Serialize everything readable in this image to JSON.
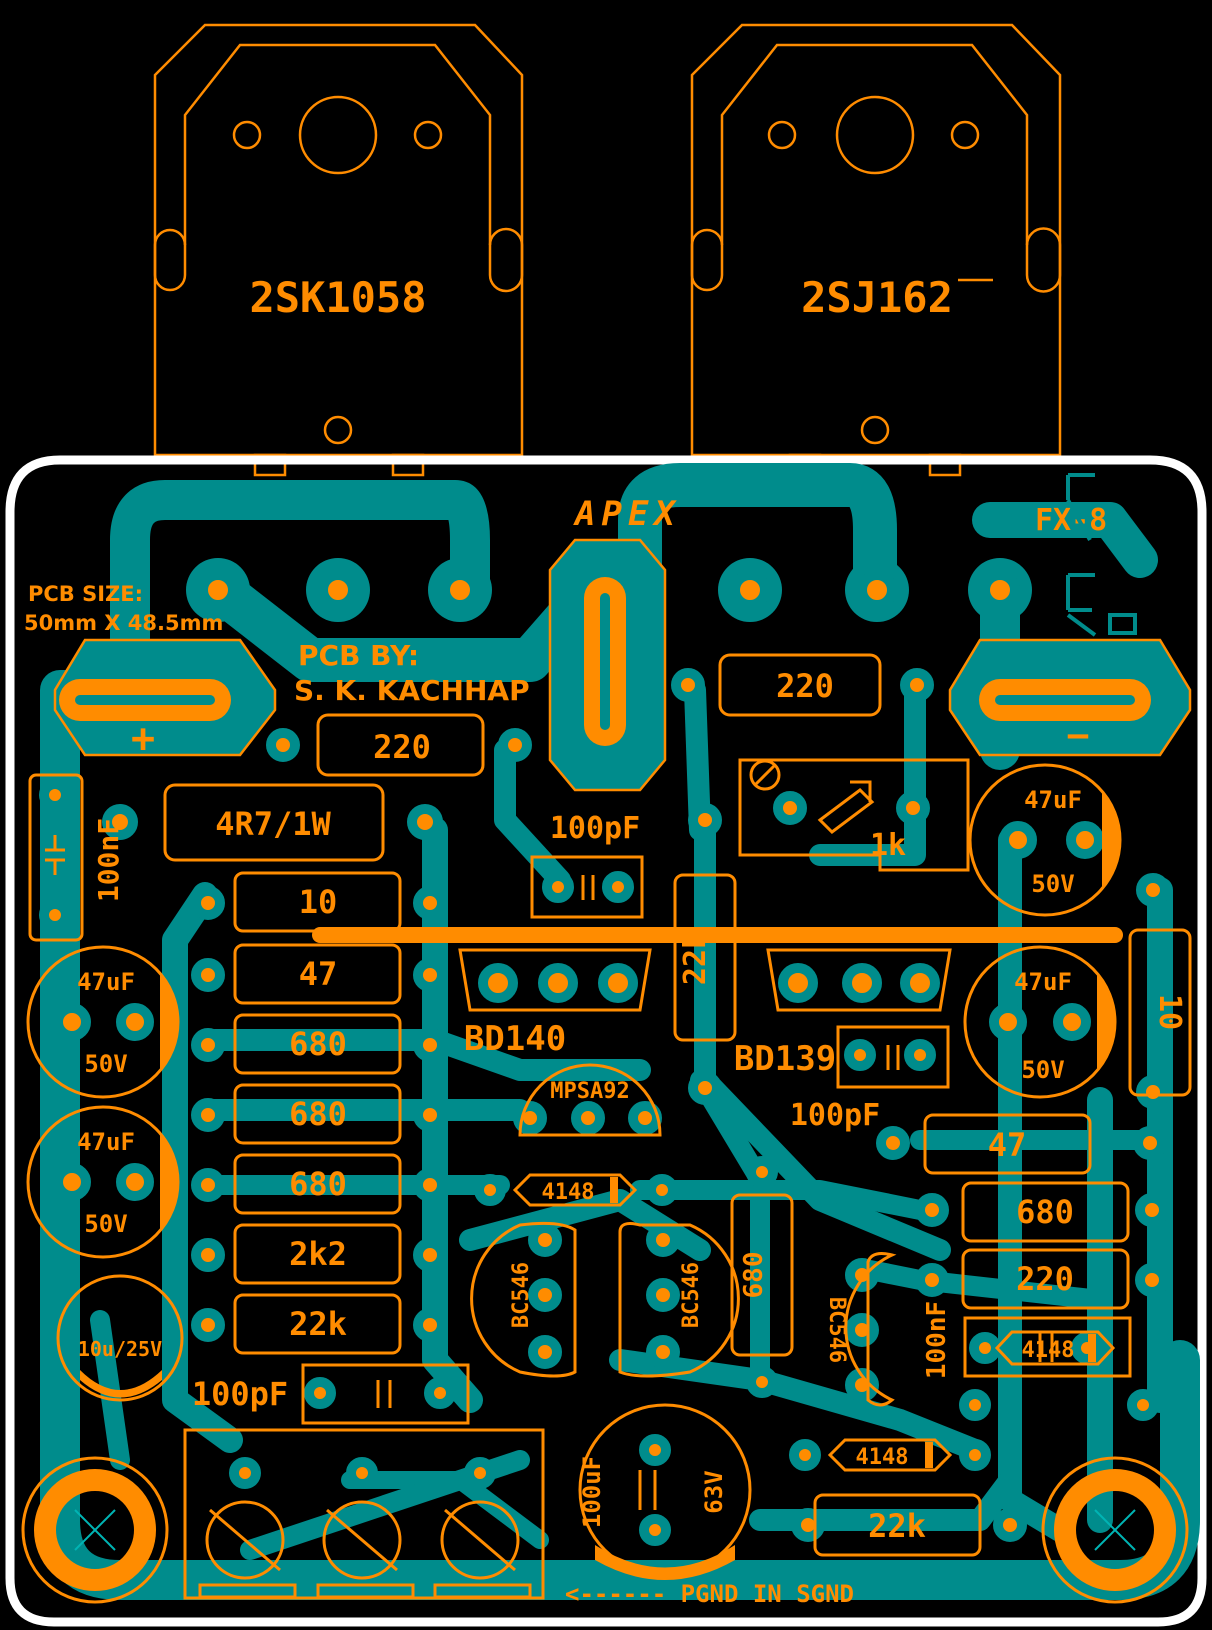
{
  "colors": {
    "background": "#000000",
    "trace": "#008C8C",
    "silk": "#FF8C00",
    "outline": "#FFFFFF",
    "mark": "#00B4B4"
  },
  "brand": "APEX",
  "brand_code": "FX-8",
  "pcb_size": {
    "line1": "PCB SIZE:",
    "line2": "50mm X 48.5mm"
  },
  "pcb_by": {
    "line1": "PCB BY:",
    "line2": "S. K. KACHHAP"
  },
  "connector_label": "<------ PGND IN SGND",
  "power": {
    "plus": "+",
    "minus": "—"
  },
  "mosfets": {
    "left": "2SK1058",
    "right": "2SJ162"
  },
  "transistors": {
    "bd_left": "BD140",
    "bd_right": "BD139",
    "mpsa": "MPSA92",
    "bc": "BC546"
  },
  "resistors": {
    "r220_top_right": "220",
    "r220_top_left": "220",
    "r4r7": "4R7/1W",
    "col": [
      "10",
      "47",
      "680",
      "680",
      "680",
      "2k2",
      "22k"
    ],
    "r22k_center": "22k",
    "r10_vertical": "10",
    "right_col": [
      "47",
      "680",
      "220"
    ],
    "r680_vertical": "680",
    "r22k_bottom": "22k"
  },
  "diodes": {
    "d1": "4148",
    "d2": "4148",
    "d3": "4148"
  },
  "capacitors": {
    "c100pf_top": "100pF",
    "c100pf_bd139": "100pF",
    "c100pf_bottom_left": "100pF",
    "c100nf_left": "100nF",
    "c100nf_right": "100nF",
    "elec_value": "47uF",
    "elec_voltage": "50V",
    "c10u": "10u/25V",
    "big_value": "100uF",
    "big_voltage": "63V",
    "trimmer": "1k"
  }
}
